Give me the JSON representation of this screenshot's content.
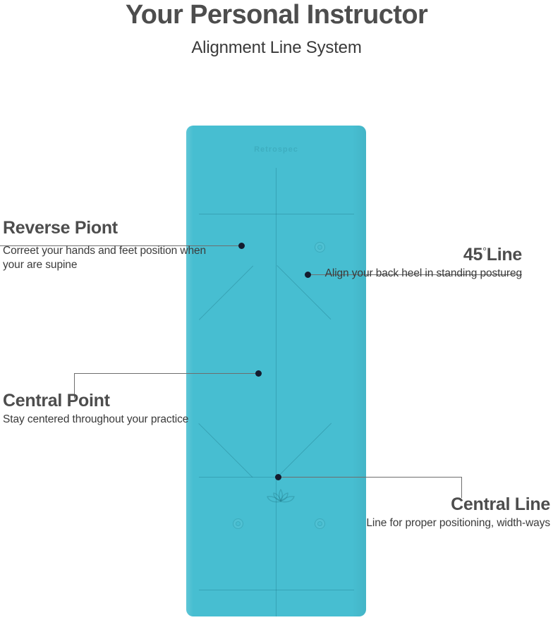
{
  "header": {
    "title": "Your Personal Instructor",
    "subtitle": "Alignment Line System"
  },
  "product": {
    "type": "yoga-mat",
    "mat_color": "#47bed1",
    "brand_emboss": "Retrospec",
    "center_emblem": "lotus-flower"
  },
  "colors": {
    "mat": "#47bed1",
    "heading": "#4d4d4d",
    "body_text": "#3a3a3a",
    "connector": "#6e6e6e",
    "dot": "#141c2e",
    "background": "#ffffff"
  },
  "callouts": [
    {
      "id": "reverse-point",
      "title": "Reverse Piont",
      "body": "Correet your hands and feet position when your are supine",
      "side": "left"
    },
    {
      "id": "central-point",
      "title": "Central Point",
      "body": "Stay centered throughout your practice",
      "side": "left"
    },
    {
      "id": "45-line",
      "title_number": "45",
      "title_degree": "°",
      "title_word": "Line",
      "body": "Align your back heel in standing postureg",
      "side": "right"
    },
    {
      "id": "central-line",
      "title": "Central Line",
      "body": "Line for proper positioning, width-ways",
      "side": "right"
    }
  ]
}
